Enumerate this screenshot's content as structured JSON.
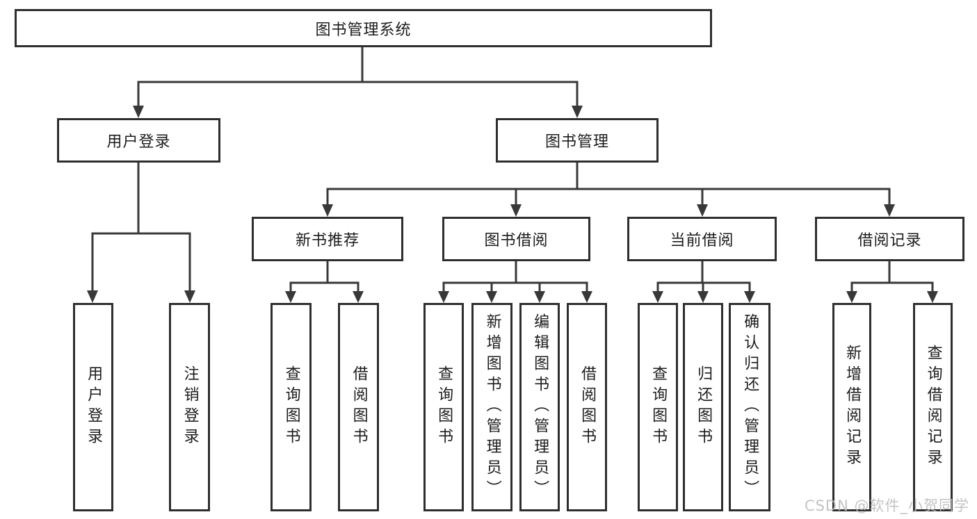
{
  "tree": {
    "root": "图书管理系统",
    "level1": [
      "用户登录",
      "图书管理"
    ],
    "level2": [
      "新书推荐",
      "图书借阅",
      "当前借阅",
      "借阅记录"
    ],
    "leaves": {
      "user_login": [
        "用户登录",
        "注销登录"
      ],
      "new_book_recommend": [
        "查询图书",
        "借阅图书"
      ],
      "book_borrowing": [
        "查询图书",
        "新增图书（管理员）",
        "编辑图书（管理员）",
        "借阅图书"
      ],
      "current_borrowing": [
        "查询图书",
        "归还图书",
        "确认归还（管理员）"
      ],
      "borrowing_records": [
        "新增借阅记录",
        "查询借阅记录"
      ]
    }
  },
  "watermark": {
    "text": "CSDN @软件_小贺同学"
  },
  "colors": {
    "line": "#383838",
    "box_border": "#2e2e2e",
    "text": "#1c1c1c",
    "background": "#ffffff",
    "watermark": "#bdbdbd"
  }
}
